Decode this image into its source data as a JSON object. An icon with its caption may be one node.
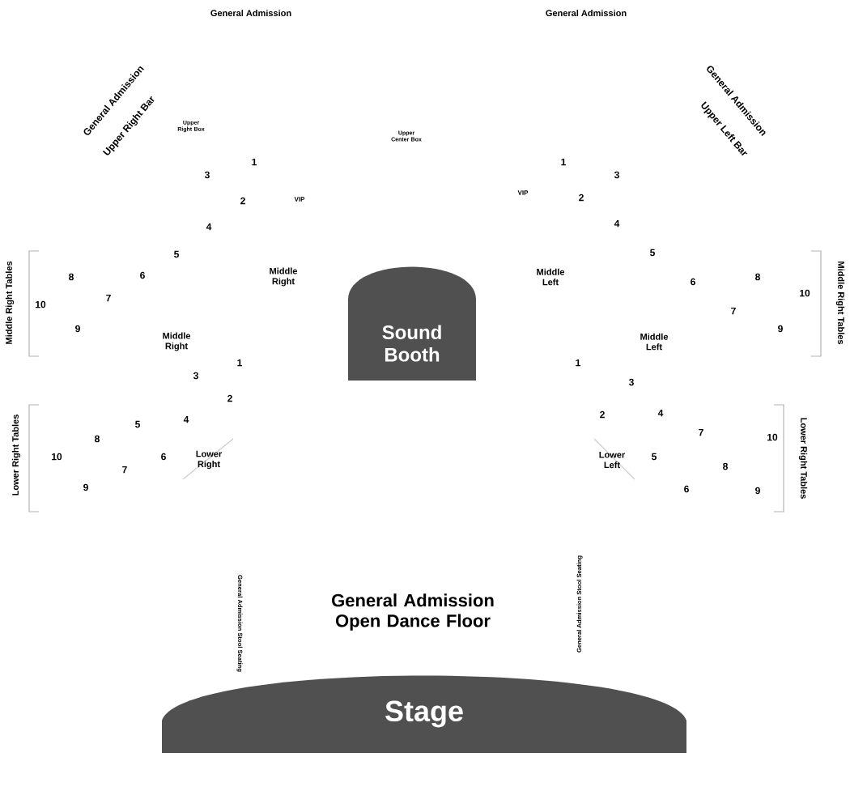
{
  "diagram": {
    "nodes": [
      {
        "text": [
          "Sound Booth"
        ]
      },
      {
        "text": [
          "Stage"
        ]
      }
    ],
    "labels": [
      "General Admission",
      "General Admission",
      "General Admission",
      "Upper Right Bar",
      "Upper Right Box",
      "Upper Center Box",
      "General Admission",
      "Upper Left Bar",
      "1",
      "1",
      "3",
      "3",
      "VIP",
      "2",
      "VIP",
      "2",
      "4",
      "4",
      "5",
      "5",
      "6",
      "Middle Right",
      "Middle Left",
      "6",
      "8",
      "8",
      "10",
      "7",
      "7",
      "10",
      "9",
      "9",
      "Middle Right Tables",
      "Middle Right Tables",
      "Middle Right",
      "Middle Left",
      "1",
      "1",
      "3",
      "3",
      "2",
      "4",
      "2",
      "4",
      "5",
      "8",
      "7",
      "10",
      "10",
      "6",
      "Lower Right",
      "Lower Left",
      "5",
      "7",
      "8",
      "9",
      "6",
      "9",
      "Lower Right Tables",
      "Lower Right Tables",
      "General Admission Stool Seating",
      "General Admission Open Dance Floor",
      "General Admission Stool Seating"
    ]
  }
}
